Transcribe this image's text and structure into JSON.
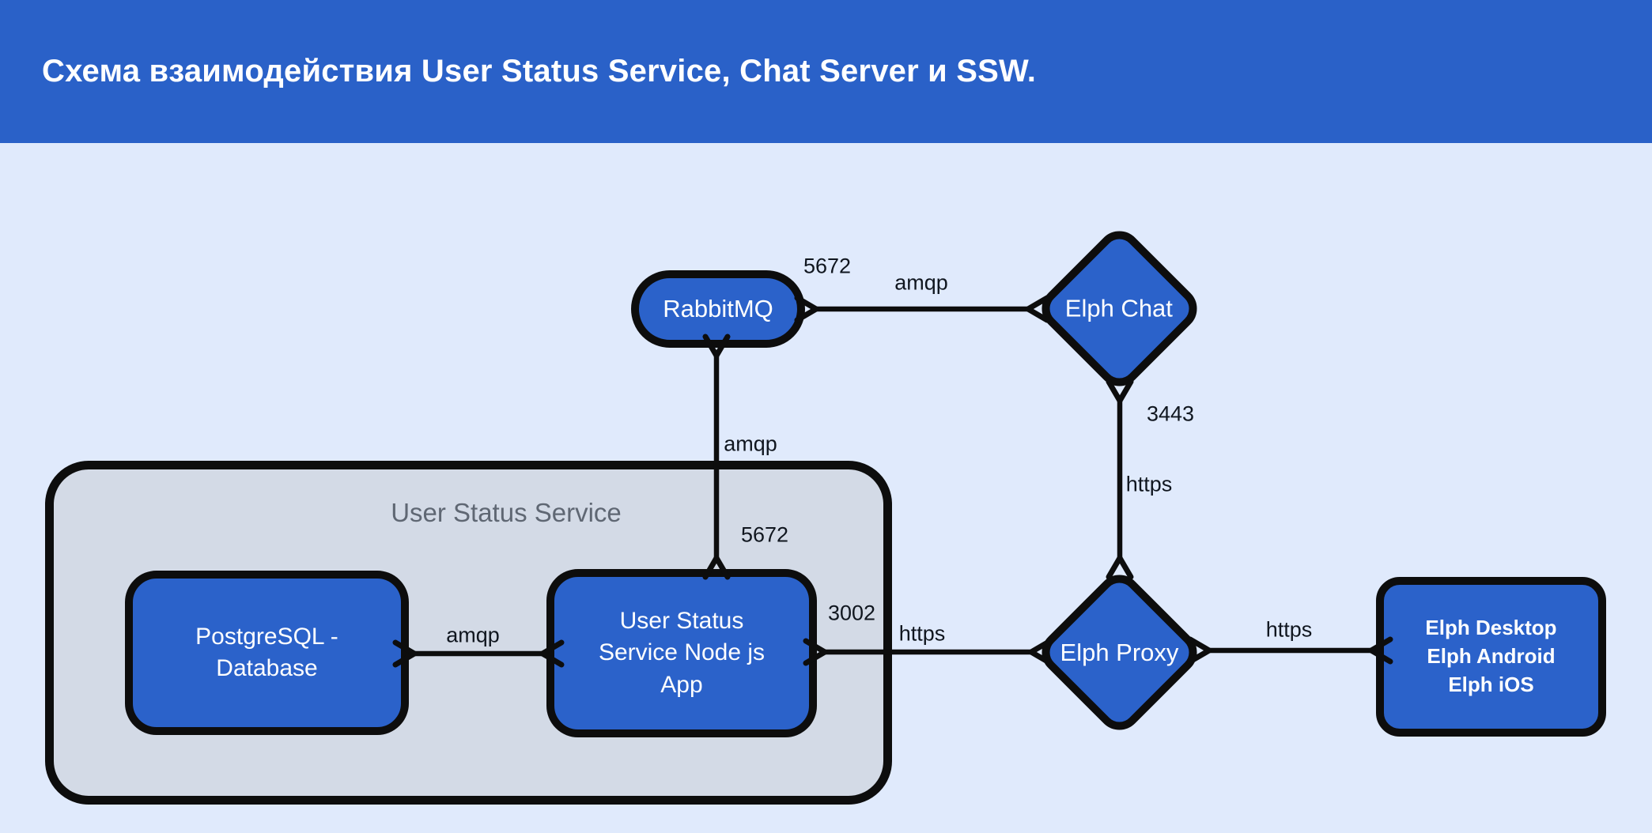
{
  "header": {
    "title": "Схема взаимодействия User Status Service, Chat Server и SSW."
  },
  "colors": {
    "header_bg": "#2a61c8",
    "node_fill": "#2b62ca",
    "canvas_bg": "#e0eafc",
    "container_fill": "#d3dae6",
    "container_label_color": "#5f6773",
    "stroke": "#0d0d0d",
    "node_text": "#ffffff"
  },
  "container": {
    "label": "User Status Service"
  },
  "nodes": {
    "rabbitmq": {
      "label": "RabbitMQ",
      "shape": "pill"
    },
    "elph_chat": {
      "label": "Elph Chat",
      "shape": "diamond"
    },
    "elph_proxy": {
      "label": "Elph Proxy",
      "shape": "diamond"
    },
    "postgresql": {
      "label": "PostgreSQL - Database",
      "shape": "rounded-rect"
    },
    "uss_app": {
      "label": "User Status Service Node js App",
      "shape": "rounded-rect"
    },
    "clients": {
      "lines": [
        "Elph Desktop",
        "Elph Android",
        "Elph iOS"
      ],
      "shape": "rounded-rect"
    }
  },
  "edges": {
    "rabbitmq_chat": {
      "protocol": "amqp",
      "port": "5672",
      "direction": "bidirectional"
    },
    "rabbitmq_app": {
      "protocol": "amqp",
      "port": "5672",
      "direction": "bidirectional"
    },
    "chat_proxy": {
      "protocol": "https",
      "port": "3443",
      "direction": "bidirectional"
    },
    "pg_app": {
      "protocol": "amqp",
      "direction": "bidirectional"
    },
    "app_proxy": {
      "protocol": "https",
      "port": "3002",
      "direction": "bidirectional"
    },
    "proxy_clients": {
      "protocol": "https",
      "direction": "bidirectional"
    }
  }
}
